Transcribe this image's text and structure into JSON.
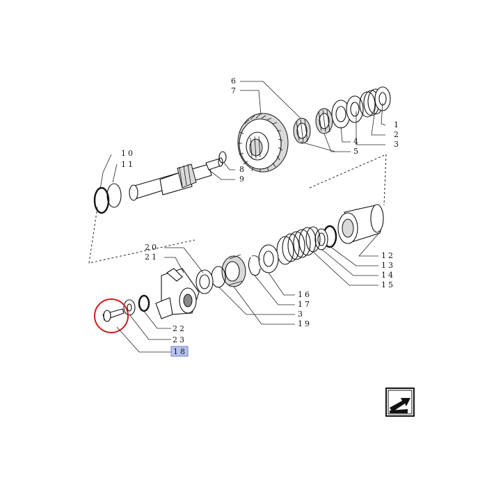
{
  "callouts": {
    "c1": "1",
    "c2": "2",
    "c3": "3",
    "c4": "4",
    "c5": "5",
    "c6": "6",
    "c7": "7",
    "c8": "8",
    "c9": "9",
    "c10": "10",
    "c11": "11",
    "c12": "12",
    "c13": "13",
    "c14": "14",
    "c15": "15",
    "c16": "16",
    "c17": "17",
    "c3b": "3",
    "c19": "19",
    "c20": "20",
    "c21": "21",
    "c22": "22",
    "c23": "23",
    "c18": "18"
  },
  "highlight": {
    "selected_callout": "18",
    "box_color": "#b8c4ef",
    "circle_color": "#d0191b"
  },
  "icons": {
    "corner": "next-page-arrow-icon"
  }
}
